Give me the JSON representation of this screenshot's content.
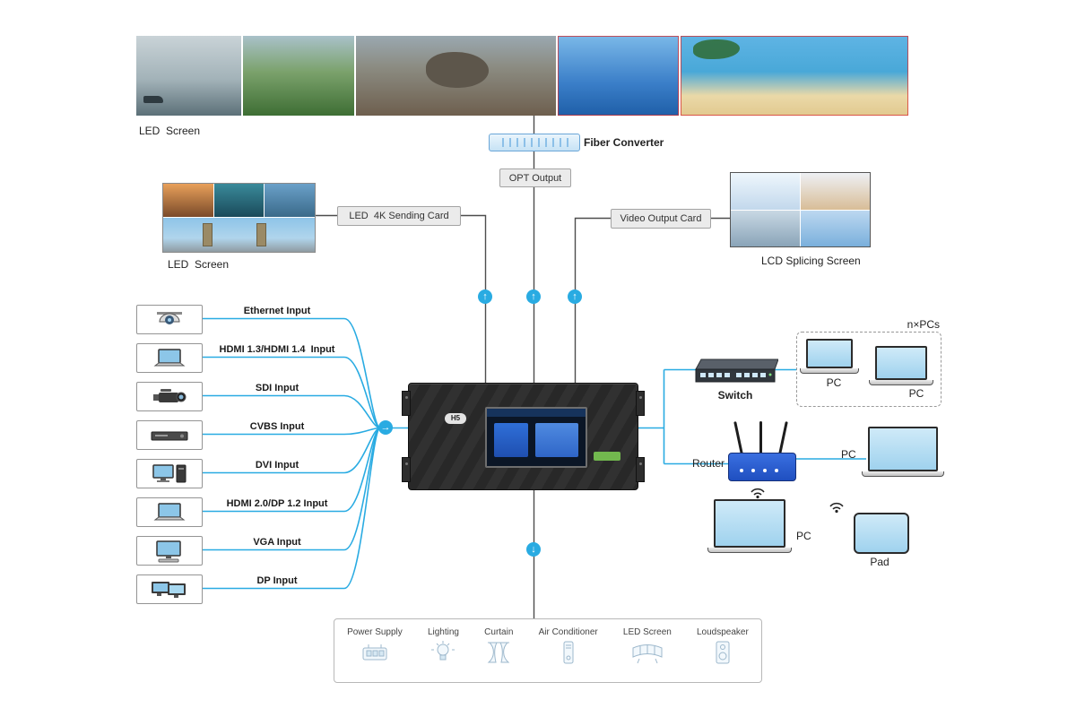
{
  "colors": {
    "accent_blue": "#29abe2",
    "line_dark": "#4d4d4d",
    "device_screen_blue": "#8cc6e8",
    "router_blue": "#2a5fd0",
    "sticker_green": "#72b84e"
  },
  "icons": {
    "arrow_up": "↑",
    "arrow_right": "→",
    "arrow_down": "↓"
  },
  "top_led_screen": {
    "label": "LED  Screen"
  },
  "fiber_converter": {
    "label": "Fiber Converter"
  },
  "opt_output": {
    "label": "OPT Output"
  },
  "sending_card": {
    "label": "LED  4K Sending Card"
  },
  "video_output_card": {
    "label": "Video Output Card"
  },
  "left_led_screen": {
    "label": "LED  Screen"
  },
  "lcd_screen": {
    "label": "LCD Splicing Screen"
  },
  "processor": {
    "badge": "H5"
  },
  "inputs": [
    {
      "label": "Ethernet Input",
      "icon": "dome-camera-icon"
    },
    {
      "label": "HDMI 1.3/HDMI 1.4  Input",
      "icon": "laptop-icon"
    },
    {
      "label": "SDI Input",
      "icon": "camcorder-icon"
    },
    {
      "label": "CVBS Input",
      "icon": "set-top-box-icon"
    },
    {
      "label": "DVI Input",
      "icon": "desktop-pc-icon"
    },
    {
      "label": "HDMI 2.0/DP 1.2 Input",
      "icon": "laptop-icon"
    },
    {
      "label": "VGA Input",
      "icon": "desktop-pc-icon"
    },
    {
      "label": "DP Input",
      "icon": "dual-monitor-icon"
    }
  ],
  "network": {
    "switch_label": "Switch",
    "npcs_label": "n×PCs",
    "npcs_pc1_label": "PC",
    "npcs_pc2_label": "PC",
    "router_label": "Router",
    "router_pc_label": "PC",
    "wifi_pc_label": "PC",
    "pad_label": "Pad"
  },
  "controls": {
    "items": [
      {
        "label": "Power Supply",
        "icon": "power-supply-icon"
      },
      {
        "label": "Lighting",
        "icon": "light-bulb-icon"
      },
      {
        "label": "Curtain",
        "icon": "curtain-icon"
      },
      {
        "label": "Air Conditioner",
        "icon": "air-conditioner-icon"
      },
      {
        "label": "LED Screen",
        "icon": "curved-led-screen-icon"
      },
      {
        "label": "Loudspeaker",
        "icon": "loudspeaker-icon"
      }
    ]
  }
}
